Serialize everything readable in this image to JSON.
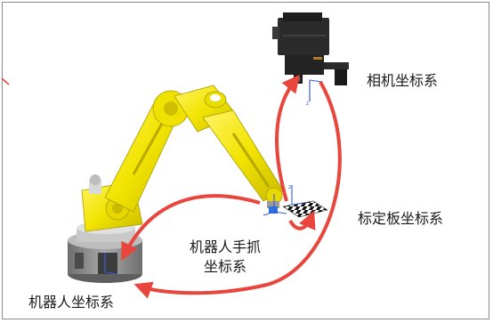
{
  "labels": {
    "camera": "相机坐标系",
    "calibration_board": "标定板坐标系",
    "gripper_line1": "机器人手抓",
    "gripper_line2": "坐标系",
    "robot_base": "机器人坐标系"
  },
  "colors": {
    "arrow": "#e8453c",
    "robot_yellow": "#f2e400",
    "robot_shadow": "#b8a900",
    "base_gray": "#8f8f8f",
    "camera_body": "#2b2b2b",
    "axis_blue": "#3a5bd9"
  }
}
